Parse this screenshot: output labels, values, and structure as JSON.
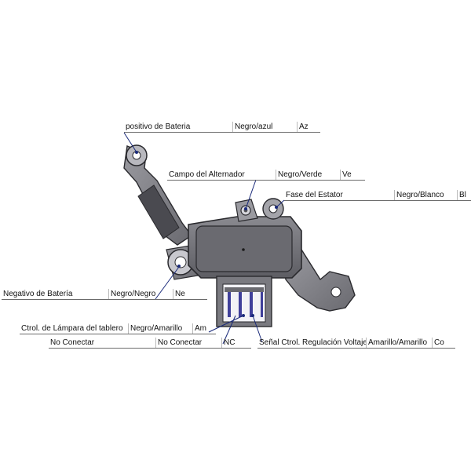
{
  "diagram": {
    "connections": [
      {
        "id": "positivo",
        "columns": [
          "positivo de Bateria",
          "Negro/azul",
          "Az"
        ]
      },
      {
        "id": "campo",
        "columns": [
          "Campo del Alternador",
          "Negro/Verde",
          "Ve"
        ]
      },
      {
        "id": "fase",
        "columns": [
          "Fase del Estator",
          "Negro/Blanco",
          "Bl"
        ]
      },
      {
        "id": "negativo",
        "columns": [
          "Negativo de Batería",
          "Negro/Negro",
          "Ne"
        ]
      },
      {
        "id": "lampara",
        "columns": [
          "Ctrol. de Lámpara del tablero",
          "Negro/Amarillo",
          "Am"
        ]
      },
      {
        "id": "noconectar",
        "columns": [
          "No Conectar",
          "No Conectar",
          "NC"
        ]
      },
      {
        "id": "senal",
        "columns": [
          "Señal Ctrol. Regulación Voltaje",
          "Amarillo/Amarillo",
          "Co"
        ]
      }
    ]
  },
  "colors": {
    "body": "#6f6f75",
    "outline": "#2a2a2e",
    "leader": "#1a2a7a",
    "pin": "#3f3f9a"
  }
}
